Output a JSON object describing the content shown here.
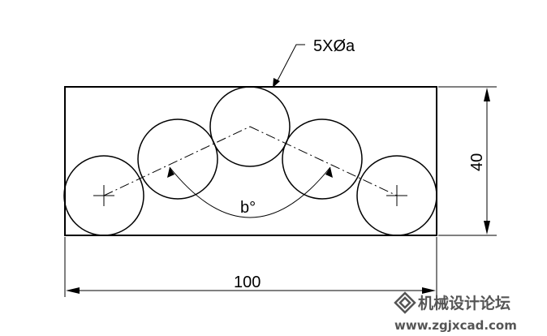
{
  "drawing": {
    "dimensions": {
      "width_label": "100",
      "height_label": "40",
      "hole_callout": "5XØa",
      "angle_label": "b°"
    },
    "holes": {
      "count": 5,
      "diameter_symbol": "a"
    }
  },
  "watermark": {
    "title": "机械设计论坛",
    "url": "www.zgjxcad.com"
  },
  "colors": {
    "line": "#000000",
    "watermark": "#555555",
    "background": "#ffffff"
  }
}
